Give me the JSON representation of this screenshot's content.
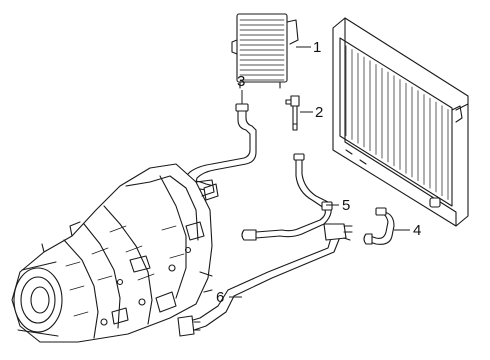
{
  "callouts": [
    {
      "id": "1",
      "part": "oil-cooler"
    },
    {
      "id": "2",
      "part": "cooler-fitting"
    },
    {
      "id": "3",
      "part": "upper-cooler-hose"
    },
    {
      "id": "4",
      "part": "short-hose"
    },
    {
      "id": "5",
      "part": "lower-cooler-hose"
    },
    {
      "id": "6",
      "part": "cooler-lines"
    }
  ]
}
